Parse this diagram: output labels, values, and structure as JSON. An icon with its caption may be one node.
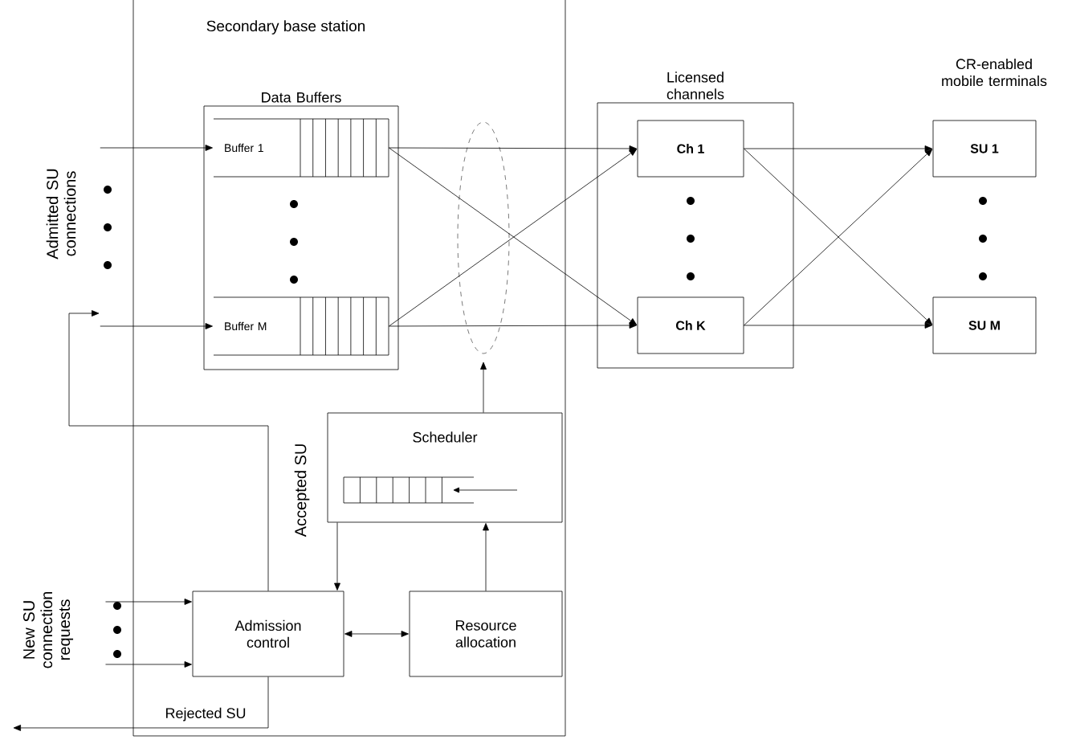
{
  "diagram": {
    "nodes": [
      {
        "text": [
          "Secondary base station"
        ]
      },
      {
        "text": [
          "Data Buffers"
        ],
        "in": 0
      },
      {
        "text": [
          "Buffer 1"
        ],
        "in": 1
      },
      {
        "text": [
          "Buffer M"
        ],
        "in": 1
      },
      {
        "text": [
          "Licensed channels"
        ]
      },
      {
        "text": [
          "Ch 1"
        ],
        "in": 4
      },
      {
        "text": [
          "Ch K"
        ],
        "in": 4
      },
      {
        "text": [
          "SU 1"
        ]
      },
      {
        "text": [
          "SU M"
        ]
      },
      {
        "text": [
          "Scheduler"
        ],
        "in": 0
      },
      {
        "text": [
          "Admission control"
        ],
        "in": 0
      },
      {
        "text": [
          "Resource allocation"
        ],
        "in": 0
      },
      {
        "text": [
          "Admitted SU connections"
        ]
      },
      {
        "text": [
          "New SU connection requests"
        ]
      }
    ],
    "edges": [
      {
        "from": 12,
        "to": 2,
        "arrow": "to"
      },
      {
        "from": 12,
        "to": 3,
        "arrow": "to"
      },
      {
        "from": 2,
        "to": 5,
        "arrow": "to"
      },
      {
        "from": 2,
        "to": 6,
        "arrow": "to"
      },
      {
        "from": 3,
        "to": 5,
        "arrow": "to"
      },
      {
        "from": 3,
        "to": 6,
        "arrow": "to"
      },
      {
        "from": 5,
        "to": 7,
        "arrow": "to"
      },
      {
        "from": 5,
        "to": 8,
        "arrow": "to"
      },
      {
        "from": 6,
        "to": 7,
        "arrow": "to"
      },
      {
        "from": 6,
        "to": 8,
        "arrow": "to"
      },
      {
        "from": 9,
        "to": null,
        "arrow": "to"
      },
      {
        "from": 9,
        "to": 10,
        "arrow": "to"
      },
      {
        "from": 10,
        "to": 11,
        "arrow": "both"
      },
      {
        "from": 11,
        "to": 9,
        "arrow": "to"
      },
      {
        "from": 13,
        "to": 10,
        "arrow": "to"
      },
      {
        "from": 13,
        "to": 10,
        "arrow": "to"
      },
      {
        "from": 10,
        "to": null,
        "arrow": "to",
        "label": "Accepted SU"
      },
      {
        "from": 10,
        "to": null,
        "arrow": "to",
        "label": "Rejected SU"
      }
    ],
    "labels": [
      "CR-enabled mobile terminals"
    ]
  }
}
